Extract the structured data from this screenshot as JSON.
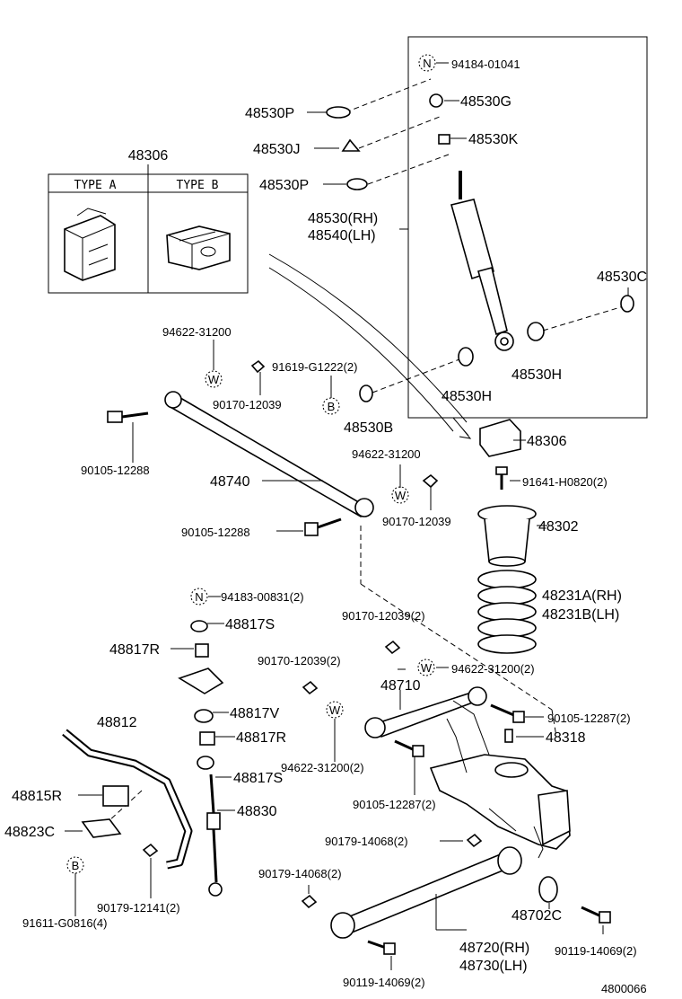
{
  "type_box": {
    "title": "48306",
    "type_a": "TYPE A",
    "type_b": "TYPE B"
  },
  "labels": {
    "l_94184": "94184-01041",
    "l_48530G": "48530G",
    "l_48530P_top": "48530P",
    "l_48530K": "48530K",
    "l_48530J": "48530J",
    "l_48530P_2": "48530P",
    "l_48530RH": "48530(RH)",
    "l_48540LH": "48540(LH)",
    "l_48530C": "48530C",
    "l_48530H_right": "48530H",
    "l_48530H_mid": "48530H",
    "l_48530B": "48530B",
    "l_94622_top": "94622-31200",
    "l_91619": "91619-G1222(2)",
    "l_90170_a": "90170-12039",
    "l_90105_a": "90105-12288",
    "l_48740": "48740",
    "l_94622_mid": "94622-31200",
    "l_48306_r": "48306",
    "l_91641": "91641-H0820(2)",
    "l_90170_b": "90170-12039",
    "l_90105_b": "90105-12288",
    "l_48302": "48302",
    "l_94183": "94183-00831(2)",
    "l_48231A": "48231A(RH)",
    "l_48231B": "48231B(LH)",
    "l_48817S_top": "48817S",
    "l_90170_c": "90170-12039(2)",
    "l_48817R_top": "48817R",
    "l_90170_d": "90170-12039(2)",
    "l_94622_r": "94622-31200(2)",
    "l_48710": "48710",
    "l_48817V": "48817V",
    "l_48812": "48812",
    "l_48817R_2": "48817R",
    "l_90105_12287_r": "90105-12287(2)",
    "l_48318": "48318",
    "l_94622_c": "94622-31200(2)",
    "l_48817S_2": "48817S",
    "l_48815R": "48815R",
    "l_90105_12287_c": "90105-12287(2)",
    "l_48830": "48830",
    "l_48823C": "48823C",
    "l_90179_a": "90179-14068(2)",
    "l_90179_b": "90179-14068(2)",
    "l_90179_12141": "90179-12141(2)",
    "l_48702C": "48702C",
    "l_91611": "91611-G0816(4)",
    "l_48720": "48720(RH)",
    "l_48730": "48730(LH)",
    "l_90119_r": "90119-14069(2)",
    "l_90119_b": "90119-14069(2)",
    "l_code": "4800066"
  },
  "circle_marks": {
    "n1": "N",
    "n2": "N",
    "w1": "W",
    "w2": "W",
    "w3": "W",
    "w4": "W",
    "b1": "B",
    "b2": "B"
  }
}
